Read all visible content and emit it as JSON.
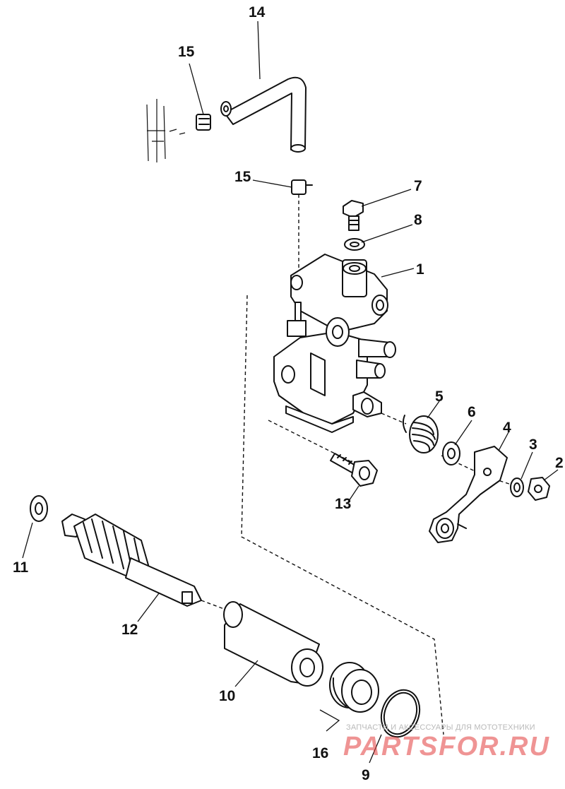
{
  "callouts": {
    "c1": "1",
    "c2": "2",
    "c3": "3",
    "c4": "4",
    "c5": "5",
    "c6": "6",
    "c7": "7",
    "c8": "8",
    "c9": "9",
    "c10": "10",
    "c11": "11",
    "c12": "12",
    "c13": "13",
    "c14": "14",
    "c15a": "15",
    "c15b": "15",
    "c16": "16"
  },
  "watermark": {
    "caption": "ЗАПЧАСТИ И АКСЕССУАРЫ ДЛЯ МОТОТЕХНИКИ",
    "logo": "PARTSFOR.RU",
    "logo_color": "#e03c3c"
  }
}
